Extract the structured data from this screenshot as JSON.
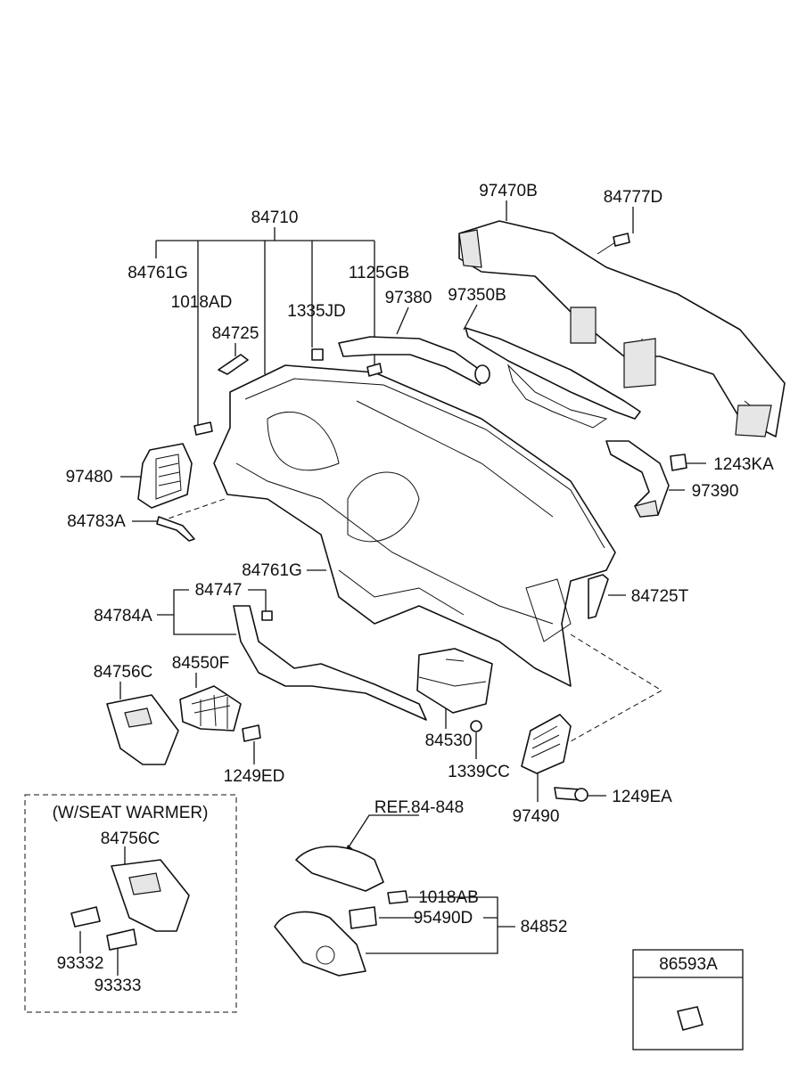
{
  "labels": {
    "p84710": "84710",
    "p84761G_top": "84761G",
    "p1018AD": "1018AD",
    "p1125GB": "1125GB",
    "p1335JD": "1335JD",
    "p97380": "97380",
    "p97350B": "97350B",
    "p97470B": "97470B",
    "p84777D": "84777D",
    "p84725": "84725",
    "p97480": "97480",
    "p84783A": "84783A",
    "p1243KA": "1243KA",
    "p97390": "97390",
    "p84761G_mid": "84761G",
    "p84725T": "84725T",
    "p84747": "84747",
    "p84784A": "84784A",
    "p84756C": "84756C",
    "p84550F": "84550F",
    "p1249ED": "1249ED",
    "p84530": "84530",
    "p1339CC": "1339CC",
    "p97490": "97490",
    "p1249EA": "1249EA",
    "p84756C_box": "84756C",
    "p93332": "93332",
    "p93333": "93333",
    "p1018AB": "1018AB",
    "p95490D": "95490D",
    "p84852": "84852",
    "p86593A": "86593A"
  },
  "seat_warmer_box": {
    "title": "(W/SEAT WARMER)"
  },
  "ref_note": "REF.84-848",
  "icons": {
    "badge": "86593A-emblem-icon"
  }
}
